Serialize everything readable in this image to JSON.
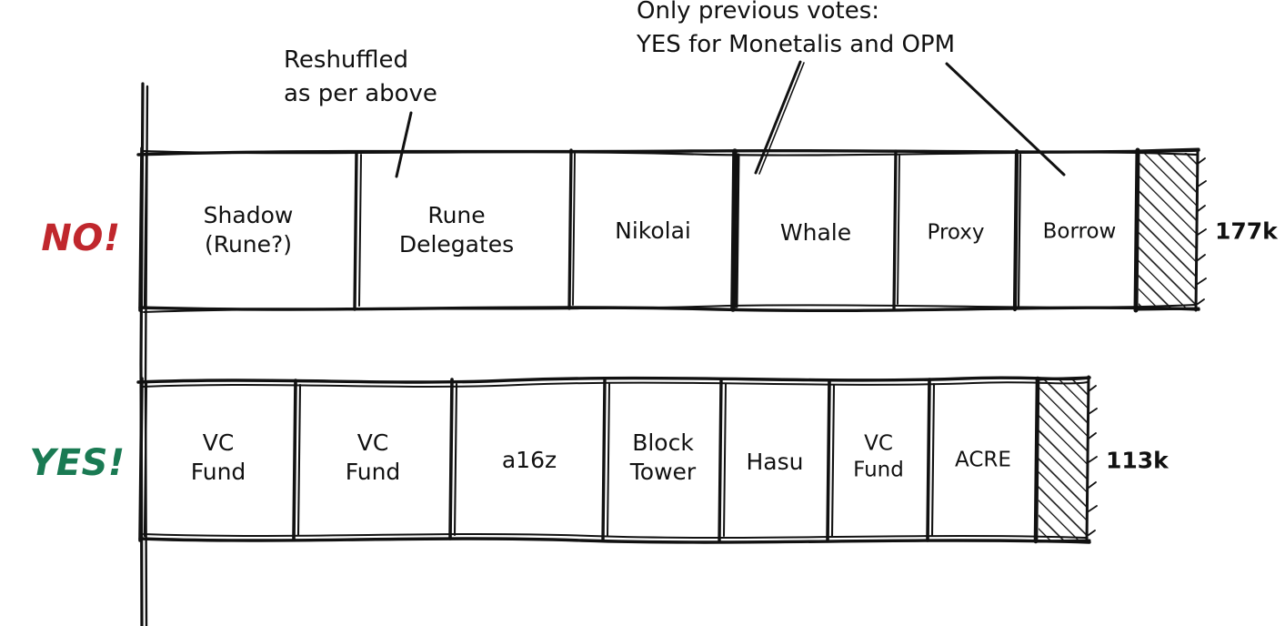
{
  "diagram": {
    "title_present": false,
    "background": "#ffffff",
    "ink": "#111111"
  },
  "chart_data": {
    "type": "bar",
    "orientation": "horizontal",
    "title": "",
    "xlabel": "",
    "ylabel": "",
    "categories": [
      "NO!",
      "YES!"
    ],
    "series": [
      {
        "name": "NO!",
        "label": "NO!",
        "label_color": "#c0272d",
        "total_label": "177k",
        "total_value": 177,
        "segments": [
          {
            "label": "Shadow\n(Rune?)",
            "start": 155,
            "end": 392
          },
          {
            "label": "Rune\nDelegates",
            "start": 392,
            "end": 628
          },
          {
            "label": "Nikolai",
            "start": 628,
            "end": 808
          },
          {
            "label": "Whale",
            "start": 808,
            "end": 985
          },
          {
            "label": "Proxy",
            "start": 985,
            "end": 1118
          },
          {
            "label": "Borrow",
            "start": 1118,
            "end": 1250
          },
          {
            "label": "",
            "start": 1250,
            "end": 1318,
            "hatched": true
          }
        ]
      },
      {
        "name": "YES!",
        "label": "YES!",
        "label_color": "#1a7a53",
        "total_label": "113k",
        "total_value": 113,
        "segments": [
          {
            "label": "VC\nFund",
            "start": 155,
            "end": 325
          },
          {
            "label": "VC\nFund",
            "start": 325,
            "end": 497
          },
          {
            "label": "a16z",
            "start": 497,
            "end": 665
          },
          {
            "label": "Block\nTower",
            "start": 665,
            "end": 793
          },
          {
            "label": "Hasu",
            "start": 793,
            "end": 912
          },
          {
            "label": "VC\nFund",
            "start": 912,
            "end": 1022
          },
          {
            "label": "ACRE",
            "start": 1022,
            "end": 1140
          },
          {
            "label": "",
            "start": 1140,
            "end": 1198,
            "hatched": true
          }
        ]
      }
    ],
    "annotations": [
      {
        "id": "reshuffled",
        "text": "Reshuffled\nas per above",
        "points_to": "Rune Delegates"
      },
      {
        "id": "only-previous-votes",
        "text": "Only previous votes:\nYES for Monetalis and OPM",
        "points_to": "Whale and Borrow"
      }
    ],
    "legend": [],
    "grid": false
  },
  "labels": {
    "no_side": "NO!",
    "yes_side": "YES!",
    "no_total": "177k",
    "yes_total": "113k",
    "annotation_reshuffled_line1": "Reshuffled",
    "annotation_reshuffled_line2": "as per above",
    "annotation_votes_line1": "Only previous votes:",
    "annotation_votes_line2": "YES for Monetalis and OPM"
  },
  "segments_no": {
    "s0_line1": "Shadow",
    "s0_line2": "(Rune?)",
    "s1_line1": "Rune",
    "s1_line2": "Delegates",
    "s2": "Nikolai",
    "s3": "Whale",
    "s4": "Proxy",
    "s5": "Borrow"
  },
  "segments_yes": {
    "s0_line1": "VC",
    "s0_line2": "Fund",
    "s1_line1": "VC",
    "s1_line2": "Fund",
    "s2": "a16z",
    "s3_line1": "Block",
    "s3_line2": "Tower",
    "s4": "Hasu",
    "s5_line1": "VC",
    "s5_line2": "Fund",
    "s6": "ACRE"
  },
  "colors": {
    "no_accent": "#c0272d",
    "yes_accent": "#1a7a53",
    "ink": "#111111",
    "background": "#ffffff"
  }
}
